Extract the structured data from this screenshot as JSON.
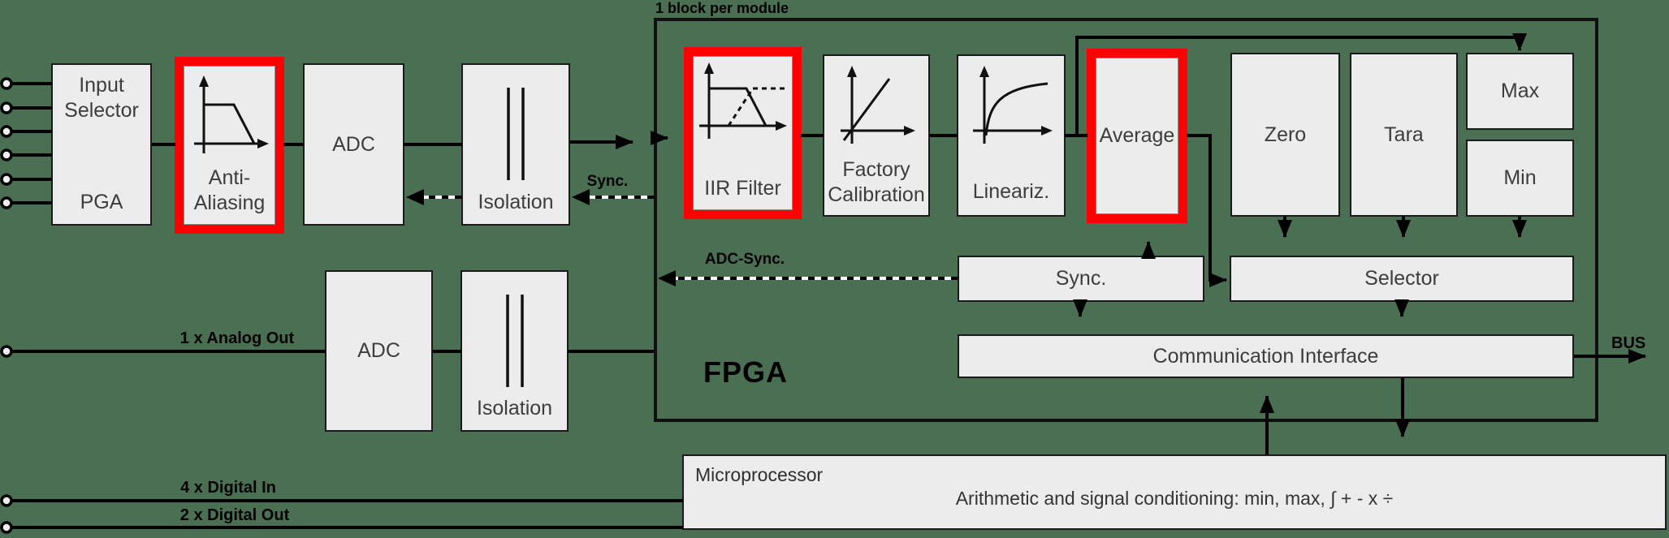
{
  "colors": {
    "background": "#4a6f52",
    "box_fill": "#ececec",
    "box_border": "#1a1a1a",
    "highlight_red": "#fe0000",
    "wire": "#000000",
    "label_gray": "#3d3d3d"
  },
  "fpga_region": {
    "label": "FPGA",
    "caption": "1 block per module"
  },
  "wire_labels": {
    "sync": "Sync.",
    "adc_sync": "ADC-Sync.",
    "bus": "BUS"
  },
  "io_labels": {
    "analog_out": "1 x Analog Out",
    "digital_in": "4 x Digital In",
    "digital_out": "2 x Digital Out"
  },
  "blocks": {
    "input_selector": {
      "line1": "Input",
      "line2": "Selector",
      "line3": "PGA"
    },
    "anti_aliasing": {
      "line1": "Anti-",
      "line2": "Aliasing",
      "highlighted": true
    },
    "adc1": {
      "label": "ADC"
    },
    "isolation1": {
      "label": "Isolation"
    },
    "adc2": {
      "label": "ADC"
    },
    "isolation2": {
      "label": "Isolation"
    },
    "iir_filter": {
      "label": "IIR Filter",
      "highlighted": true
    },
    "factory_calibration": {
      "line1": "Factory",
      "line2": "Calibration"
    },
    "lineariz": {
      "label": "Lineariz."
    },
    "average": {
      "label": "Average",
      "highlighted": true
    },
    "zero": {
      "label": "Zero"
    },
    "tara": {
      "label": "Tara"
    },
    "max": {
      "label": "Max"
    },
    "min": {
      "label": "Min"
    },
    "sync": {
      "label": "Sync."
    },
    "selector": {
      "label": "Selector"
    },
    "communication_interface": {
      "label": "Communication Interface"
    },
    "microprocessor": {
      "title": "Microprocessor",
      "description": "Arithmetic and signal conditioning: min, max, ∫ + - x ÷"
    }
  },
  "icons": {
    "anti_aliasing": "low-pass-filter-curve",
    "iir_filter": "iir-filter-response-curve",
    "factory_calibration": "linear-calibration-curve",
    "lineariz": "linearization-curve",
    "isolation": "isolation-barrier-lines"
  }
}
